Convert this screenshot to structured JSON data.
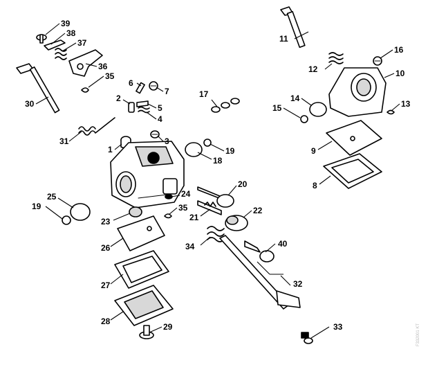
{
  "callouts": {
    "c1": "1",
    "c2": "2",
    "c3": "3",
    "c4": "4",
    "c5": "5",
    "c6": "6",
    "c7": "7",
    "c8": "8",
    "c9": "9",
    "c10": "10",
    "c11": "11",
    "c12": "12",
    "c13": "13",
    "c14": "14",
    "c15": "15",
    "c16": "16",
    "c17": "17",
    "c18": "18",
    "c19a": "19",
    "c19b": "19",
    "c20": "20",
    "c21": "21",
    "c22": "22",
    "c23": "23",
    "c24": "24",
    "c25": "25",
    "c26": "26",
    "c27": "27",
    "c28": "28",
    "c29": "29",
    "c30": "30",
    "c31": "31",
    "c32": "32",
    "c33": "33",
    "c34": "34",
    "c35a": "35",
    "c35b": "35",
    "c36": "36",
    "c37": "37",
    "c38": "38",
    "c39": "39",
    "c40": "40"
  },
  "watermark": "F332001 KT"
}
